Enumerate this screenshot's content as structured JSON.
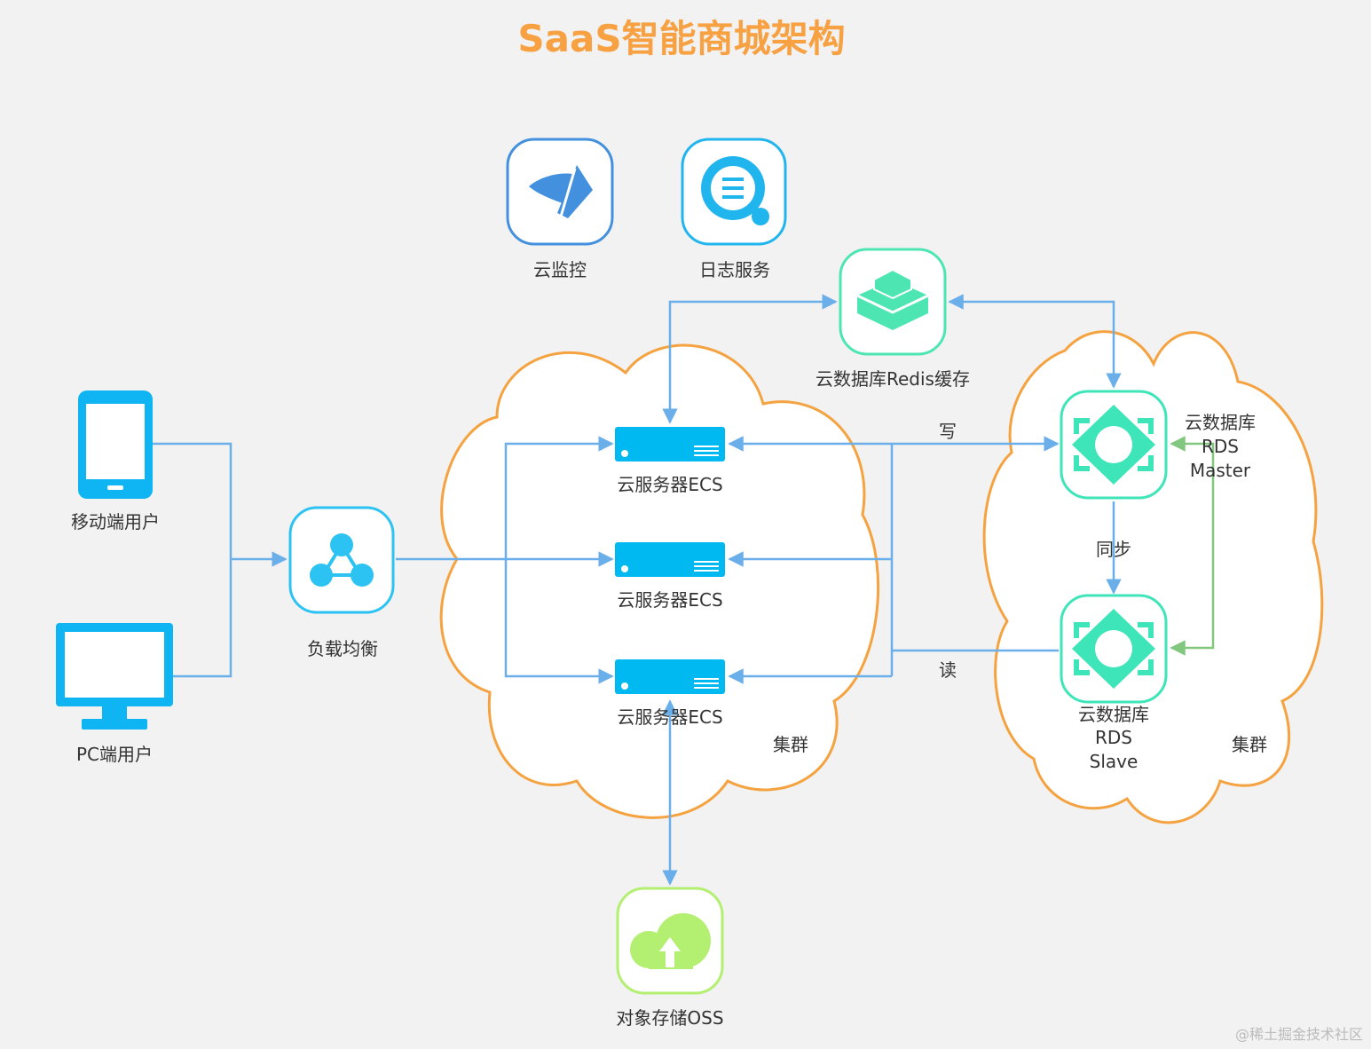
{
  "title": "SaaS智能商城架构",
  "colors": {
    "title": "#f7a143",
    "cloud_outline": "#f5a240",
    "arrow": "#6aaeea",
    "sync_arrow": "#82c77f",
    "device": "#0fb4f2",
    "ecs": "#00b9f1",
    "rds": "#3ee5b8",
    "redis": "#4de6b2",
    "monitor": "#4290de",
    "log": "#21b5ee",
    "lb": "#2cc3f3",
    "oss": "#b3ef70"
  },
  "nodes": {
    "monitor": {
      "label": "云监控",
      "icon": "monitor-icon"
    },
    "log": {
      "label": "日志服务",
      "icon": "log-search-icon"
    },
    "redis": {
      "label": "云数据库Redis缓存",
      "icon": "redis-cube-icon"
    },
    "mobile": {
      "label": "移动端用户",
      "icon": "smartphone-icon"
    },
    "pc": {
      "label": "PC端用户",
      "icon": "desktop-monitor-icon"
    },
    "lb": {
      "label": "负载均衡",
      "icon": "load-balancer-icon"
    },
    "ecs1": {
      "label": "云服务器ECS",
      "icon": "server-icon"
    },
    "ecs2": {
      "label": "云服务器ECS",
      "icon": "server-icon"
    },
    "ecs3": {
      "label": "云服务器ECS",
      "icon": "server-icon"
    },
    "rds_master": {
      "lines": [
        "云数据库",
        "RDS",
        "Master"
      ],
      "icon": "rds-icon"
    },
    "rds_slave": {
      "lines": [
        "云数据库",
        "RDS",
        "Slave"
      ],
      "icon": "rds-icon"
    },
    "oss": {
      "label": "对象存储OSS",
      "icon": "oss-cloud-icon"
    }
  },
  "clusters": {
    "left_label": "集群",
    "right_label": "集群"
  },
  "edges": {
    "write_label": "写",
    "read_label": "读",
    "sync_label": "同步"
  },
  "watermark": "@稀土掘金技术社区"
}
